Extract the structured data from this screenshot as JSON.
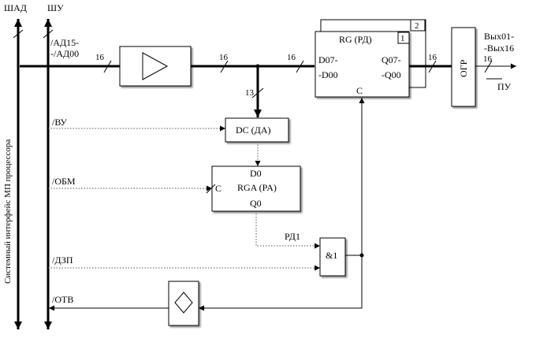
{
  "buses": {
    "address_data": "ШАД",
    "control": "ШУ",
    "interface": "Системный интерфейс МП процессора"
  },
  "signals": {
    "ad_1": "/АД15-",
    "ad_2": "-/АД00",
    "vu": "/ВУ",
    "obm": "/ОБМ",
    "dzp": "/ДЗП",
    "otv": "/ОТВ"
  },
  "bus_widths": [
    "16",
    "16",
    "16",
    "16",
    "16",
    "13"
  ],
  "blocks": {
    "decoder": "DC (ДА)",
    "rga_d": "D0",
    "rga_name": "RGA (PA)",
    "rga_c": "C",
    "rga_q": "Q0",
    "register_title": "RG (РД)",
    "register_index_1": "1",
    "register_index_2": "2",
    "reg_in_1": "D07-",
    "reg_in_2": "-D00",
    "reg_out_1": "Q07-",
    "reg_out_2": "-Q00",
    "reg_c": "C",
    "and_gate": "&1",
    "limiter": "ОГР",
    "rd1": "РД1"
  },
  "outputs": {
    "out_1": "Вых01-",
    "out_2": "-Вых16",
    "device": "ПУ"
  }
}
